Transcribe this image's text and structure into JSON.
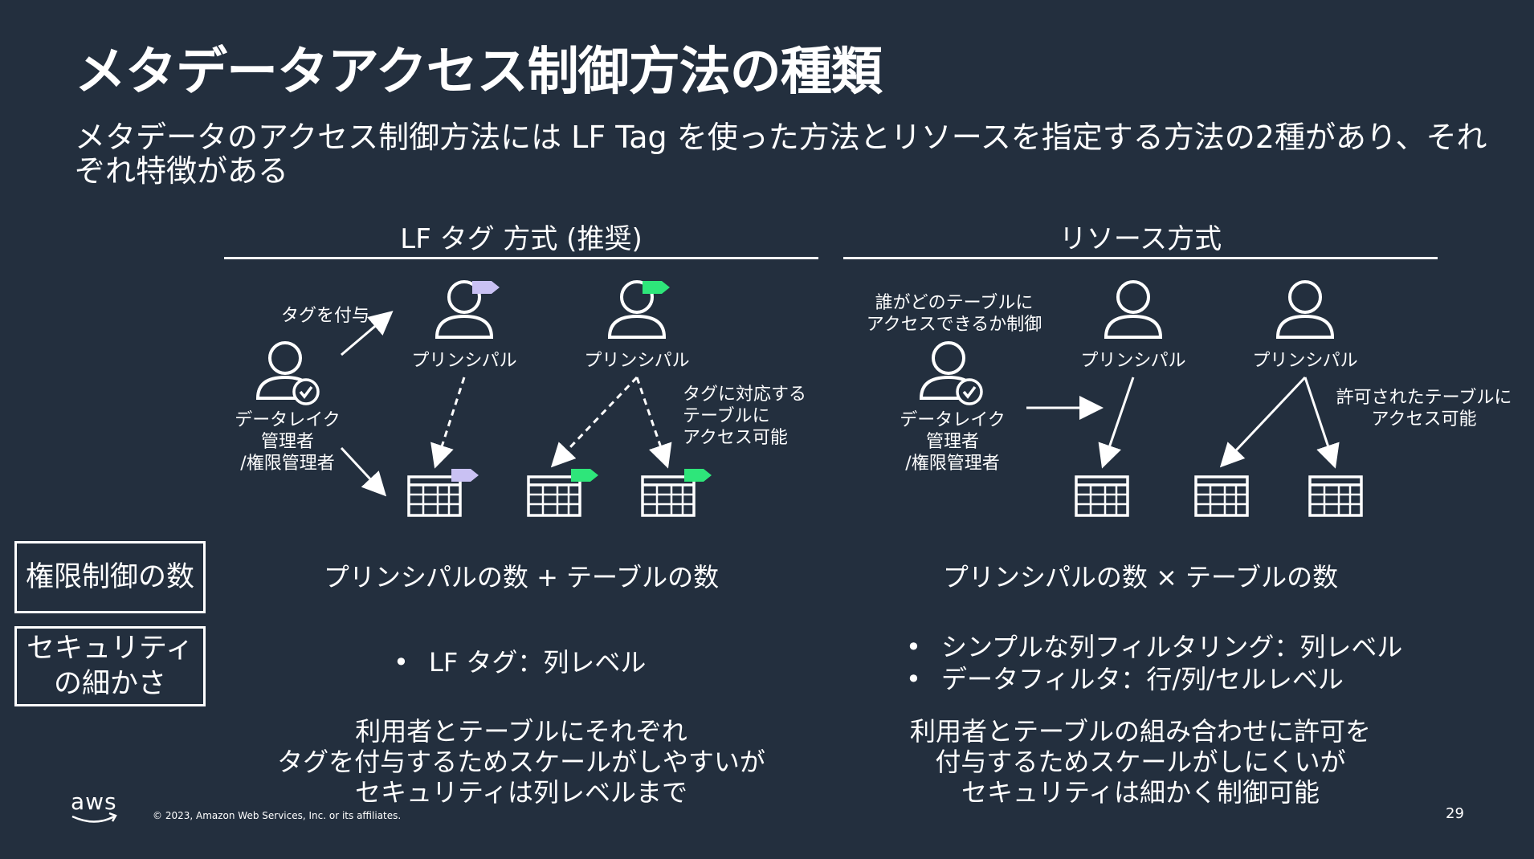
{
  "slide": {
    "title": "メタデータアクセス制御方法の種類",
    "subtitle": "メタデータのアクセス制御方法には LF Tag を使った方法とリソースを指定する方法の2種があり、それぞれ特徴がある",
    "page_number": "29",
    "copyright": "© 2023, Amazon Web Services, Inc. or its affiliates.",
    "logo_text": "aws"
  },
  "row_labels": {
    "permission_count": "権限制御の数",
    "granularity_line1": "セキュリティ",
    "granularity_line2": "の細かさ"
  },
  "lf_tag": {
    "heading": "LF タグ 方式 (推奨)",
    "assign_tag": "タグを付与",
    "admin_label": [
      "データレイク",
      "管理者",
      "/権限管理者"
    ],
    "principal_1": "プリンシパル",
    "principal_2": "プリンシパル",
    "access_note": [
      "タグに対応する",
      "テーブルに",
      "アクセス可能"
    ],
    "count": "プリンシパルの数 + テーブルの数",
    "granularity": [
      "LF タグ：列レベル"
    ],
    "description": [
      "利用者とテーブルにそれぞれ",
      "タグを付与するためスケールがしやすいが",
      "セキュリティは列レベルまで"
    ]
  },
  "resource": {
    "heading": "リソース方式",
    "control_note": [
      "誰がどのテーブルに",
      "アクセスできるか制御"
    ],
    "admin_label": [
      "データレイク",
      "管理者",
      "/権限管理者"
    ],
    "principal_1": "プリンシパル",
    "principal_2": "プリンシパル",
    "access_note": [
      "許可されたテーブルに",
      "アクセス可能"
    ],
    "count": "プリンシパルの数 × テーブルの数",
    "granularity": [
      "シンプルな列フィルタリング：列レベル",
      "データフィルタ：行/列/セルレベル"
    ],
    "description": [
      "利用者とテーブルの組み合わせに許可を",
      "付与するためスケールがしにくいが",
      "セキュリティは細かく制御可能"
    ]
  },
  "colors": {
    "background": "#232f3e",
    "text": "#ffffff",
    "tag_purple": "#c9c1f3",
    "tag_green": "#2ee67a"
  }
}
